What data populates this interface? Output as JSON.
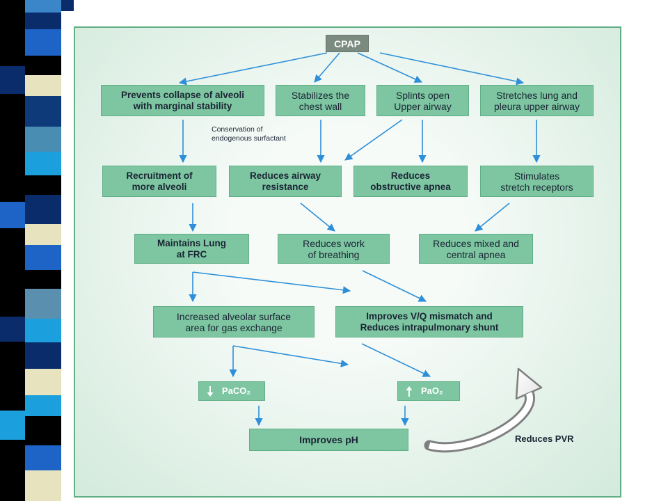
{
  "diagram": {
    "root": {
      "label": "CPAP"
    },
    "boxes": {
      "prevents_collapse": {
        "lines": [
          "Prevents collapse of alveoli",
          "with marginal stability"
        ]
      },
      "stabilizes_chest_wall": {
        "lines": [
          "Stabilizes the",
          "chest wall"
        ]
      },
      "splints_upper_airway": {
        "lines": [
          "Splints open",
          "Upper airway"
        ]
      },
      "stretches_lung": {
        "lines": [
          "Stretches lung and",
          "pleura upper airway"
        ]
      },
      "recruitment": {
        "lines": [
          "Recruitment of",
          "more alveoli"
        ]
      },
      "reduces_airway_resistance": {
        "lines": [
          "Reduces airway",
          "resistance"
        ]
      },
      "reduces_obstructive_apnea": {
        "lines": [
          "Reduces",
          "obstructive apnea"
        ]
      },
      "stimulates_stretch_receptors": {
        "lines": [
          "Stimulates",
          "stretch receptors"
        ]
      },
      "maintains_lung_frc": {
        "lines": [
          "Maintains Lung",
          "at FRC"
        ]
      },
      "reduces_work_of_breathing": {
        "lines": [
          "Reduces work",
          "of breathing"
        ]
      },
      "reduces_mixed_central_apnea": {
        "lines": [
          "Reduces mixed and",
          "central apnea"
        ]
      },
      "increased_alveolar_surface": {
        "lines": [
          "Increased alveolar surface",
          "area for gas exchange"
        ]
      },
      "improves_vq": {
        "lines": [
          "Improves V/Q mismatch and",
          "Reduces intrapulmonary shunt"
        ]
      },
      "paco2": {
        "label": "PaCO₂",
        "trend_icon": "arrow-down-icon"
      },
      "pao2": {
        "label": "PaO₂",
        "trend_icon": "arrow-up-icon"
      },
      "improves_ph": {
        "label": "Improves pH"
      }
    },
    "annotations": {
      "surfactant_note": [
        "Conservation of",
        "endogenous surfactant"
      ],
      "pvr_note": "Reduces PVR"
    }
  },
  "theme": {
    "box_fill": "#7dc6a1",
    "box_border": "#5fae86",
    "root_fill": "#7b8b80",
    "text": "#1b2434",
    "arrow": "#2e8fd8",
    "panel_border": "#5fae84",
    "panel_center": "#f6fbf8",
    "panel_edge": "#d3eadc"
  }
}
